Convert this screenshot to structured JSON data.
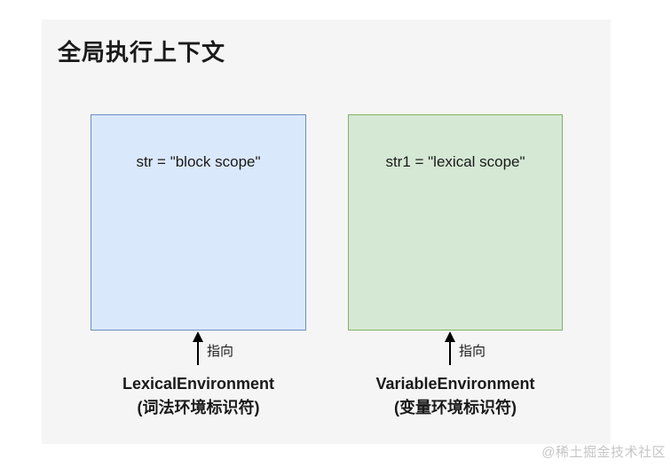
{
  "colors": {
    "panel-bg": "#f5f5f5",
    "box1-fill": "#dae8fc",
    "box1-border": "#6c8ebf",
    "box2-fill": "#d5e8d4",
    "box2-border": "#82b366",
    "text": "#1a1a1a",
    "watermark": "#c6c6c6"
  },
  "diagram": {
    "title": "全局执行上下文",
    "boxes": [
      {
        "value": "str = \"block scope\"",
        "pointer_label": "指向",
        "name_en": "LexicalEnvironment",
        "name_zh": "(词法环境标识符)"
      },
      {
        "value": "str1 = \"lexical scope\"",
        "pointer_label": "指向",
        "name_en": "VariableEnvironment",
        "name_zh": "(变量环境标识符)"
      }
    ],
    "watermark": "@稀土掘金技术社区"
  }
}
